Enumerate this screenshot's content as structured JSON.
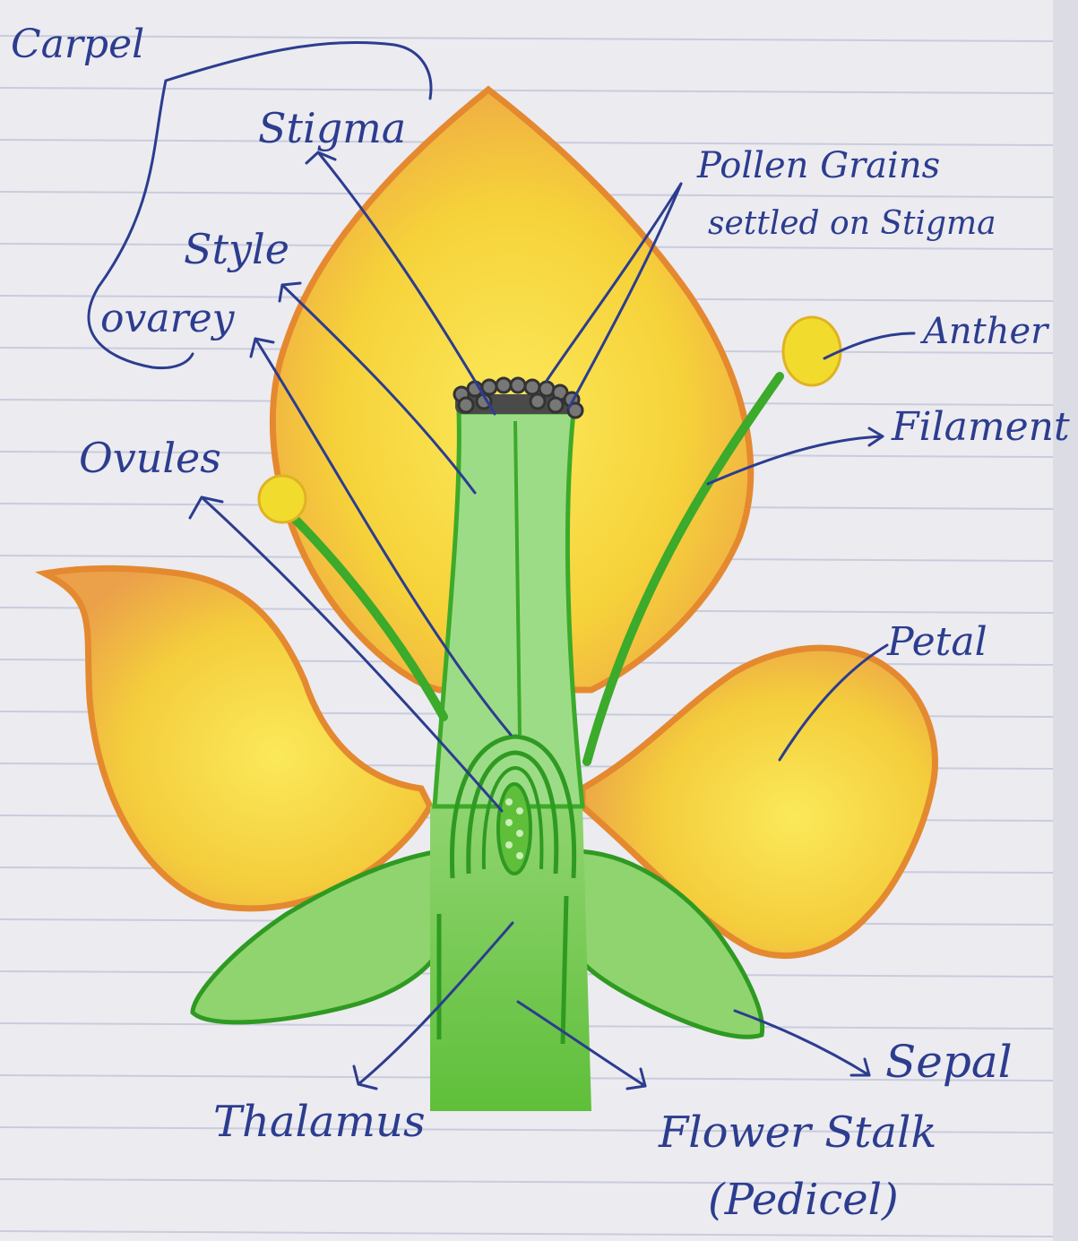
{
  "colors": {
    "paper": "#ecebf0",
    "rule_line": "#c9ccdc",
    "ink": "#2c3d8f",
    "petal_edge": "#e8923a",
    "petal_fill": "#f6d23a",
    "petal_core": "#fbe95a",
    "green": "#5fbf3a",
    "green_light": "#9ddc86",
    "dark_green": "#2f9a22",
    "anther": "#f1dc2e",
    "pollen": "#555555"
  },
  "labels": {
    "carpel": "Carpel",
    "stigma": "Stigma",
    "style": "Style",
    "ovary": "ovarey",
    "ovules": "Ovules",
    "pollen_line1": "Pollen Grains",
    "pollen_line2": "settled on Stigma",
    "anther": "Anther",
    "filament": "Filament",
    "petal": "Petal",
    "thalamus": "Thalamus",
    "sepal": "Sepal",
    "flower_stalk": "Flower Stalk",
    "pedicel": "(Pedicel)"
  }
}
